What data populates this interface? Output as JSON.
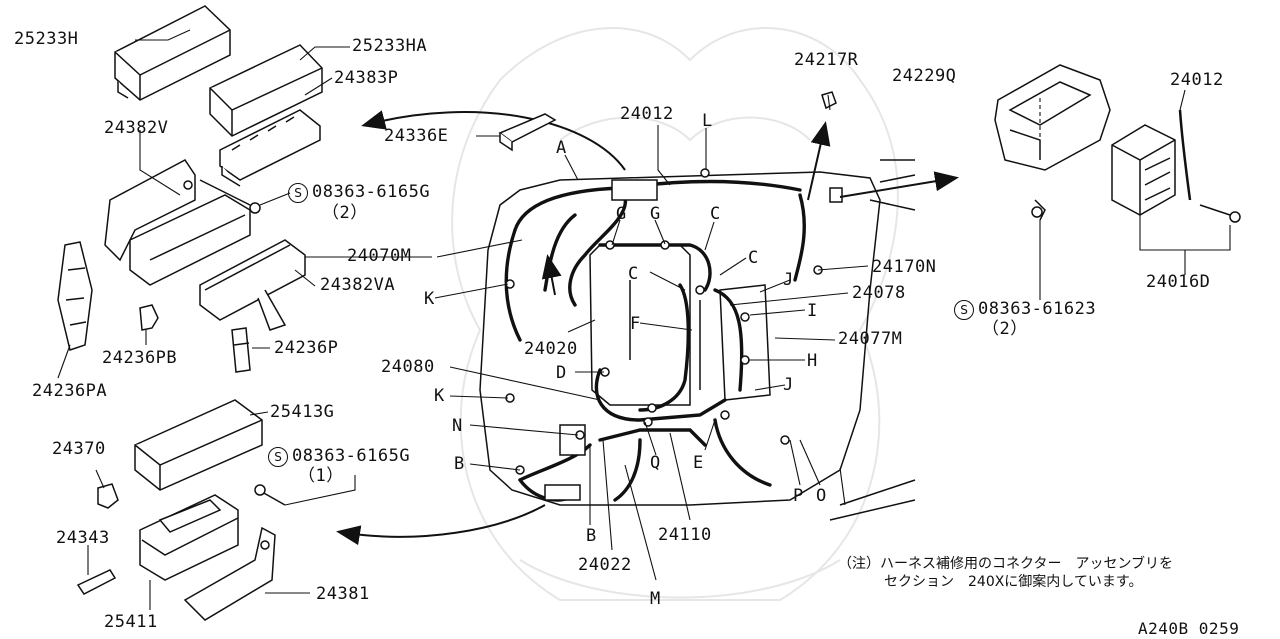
{
  "diagram": {
    "ref_code": "A240B 0259",
    "parts": {
      "p25233H": "25233H",
      "p25233HA": "25233HA",
      "p24383P": "24383P",
      "p24382V": "24382V",
      "p24336E": "24336E",
      "p08363_6165G_a": "08363-6165G",
      "qty_2a": "（2）",
      "p24070M": "24070M",
      "p24382VA": "24382VA",
      "p24236PB": "24236PB",
      "p24236P": "24236P",
      "p24236PA": "24236PA",
      "p25413G": "25413G",
      "p24370": "24370",
      "p08363_6165G_b": "08363-6165G",
      "qty_1": "（1）",
      "p24343": "24343",
      "p25411": "25411",
      "p24381": "24381",
      "p24012_main": "24012",
      "p24217R": "24217R",
      "p24229Q": "24229Q",
      "p24012_right": "24012",
      "p24170N": "24170N",
      "p24078": "24078",
      "p24077M": "24077M",
      "p24016D": "24016D",
      "p08363_61623": "08363-61623",
      "qty_2b": "（2）",
      "p24020": "24020",
      "p24080": "24080",
      "p24022": "24022",
      "p24110": "24110"
    },
    "letters": {
      "A": "A",
      "L": "L",
      "G1": "G",
      "G2": "G",
      "C1": "C",
      "C2": "C",
      "C3": "C",
      "K1": "K",
      "K2": "K",
      "F": "F",
      "D": "D",
      "N": "N",
      "B1": "B",
      "B2": "B",
      "Q": "Q",
      "E": "E",
      "M": "M",
      "P": "P",
      "O": "O",
      "I": "I",
      "H": "H",
      "J1": "J",
      "J2": "J"
    },
    "s_symbol": "S",
    "note_line1": "（注）ハーネス補修用のコネクター　アッセンブリを",
    "note_line2": "セクション　240Xに御案内しています。"
  }
}
